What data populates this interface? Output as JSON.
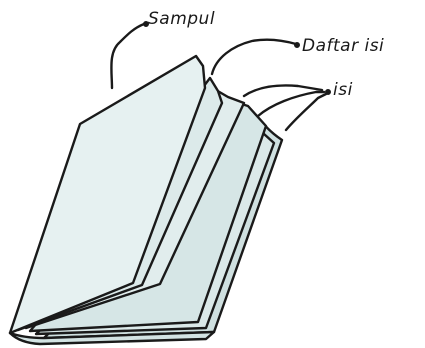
{
  "labels": {
    "cover": "Sampul",
    "table_of_contents": "Daftar isi",
    "content": "isi"
  },
  "colors": {
    "page_fill": "#e3eeee",
    "page_fill_dark": "#cfe0e0",
    "cover_fill": "#eaf3f3",
    "stroke": "#1a1a1a"
  }
}
